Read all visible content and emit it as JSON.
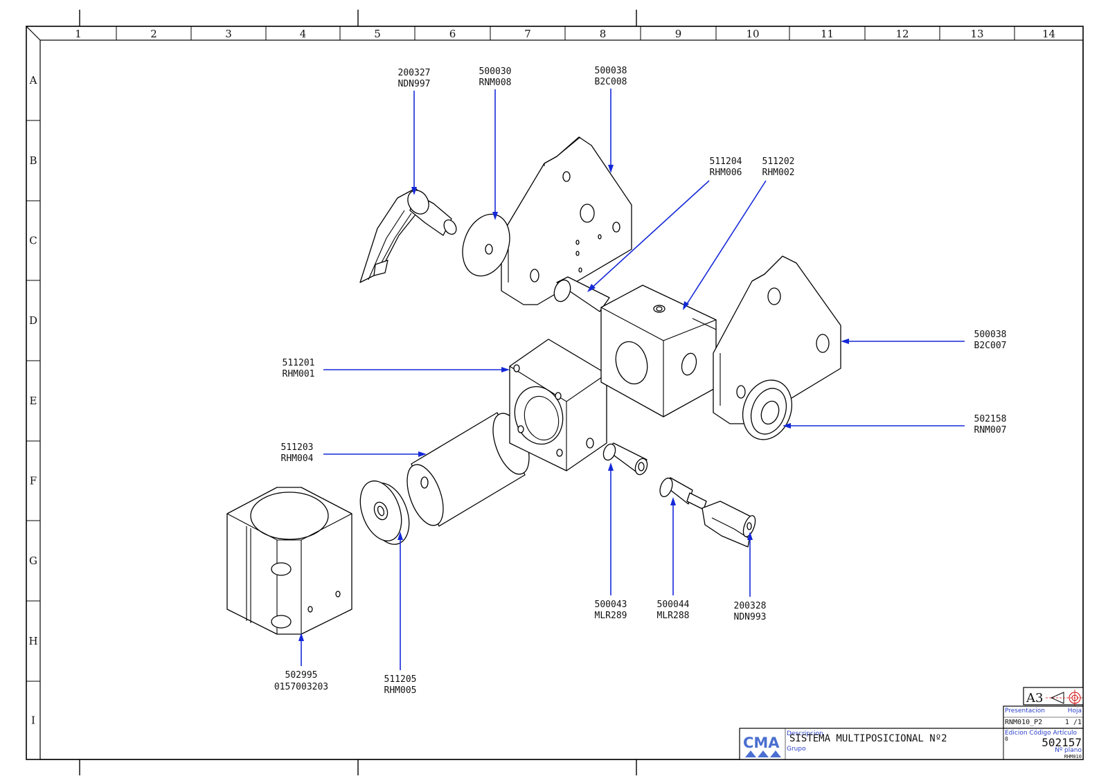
{
  "columns": [
    "1",
    "2",
    "3",
    "4",
    "5",
    "6",
    "7",
    "8",
    "9",
    "10",
    "11",
    "12",
    "13",
    "14"
  ],
  "rows": [
    "A",
    "B",
    "C",
    "D",
    "E",
    "F",
    "G",
    "H",
    "I"
  ],
  "callouts": [
    {
      "code": "200327",
      "ref": "NDN997"
    },
    {
      "code": "500030",
      "ref": "RNM008"
    },
    {
      "code": "500038",
      "ref": "B2C008"
    },
    {
      "code": "511204",
      "ref": "RHM006"
    },
    {
      "code": "511202",
      "ref": "RHM002"
    },
    {
      "code": "500038",
      "ref": "B2C007"
    },
    {
      "code": "511201",
      "ref": "RHM001"
    },
    {
      "code": "502158",
      "ref": "RNM007"
    },
    {
      "code": "511203",
      "ref": "RHM004"
    },
    {
      "code": "500043",
      "ref": "MLR289"
    },
    {
      "code": "500044",
      "ref": "MLR288"
    },
    {
      "code": "200328",
      "ref": "NDN993"
    },
    {
      "code": "502995",
      "ref": "0157003203"
    },
    {
      "code": "511205",
      "ref": "RHM005"
    }
  ],
  "title_block": {
    "format": "A3",
    "presentacion_label": "Presentacion",
    "hoja_label": "Hoja",
    "presentacion_value": "RNM010_P2",
    "hoja_value": "1 /1",
    "edicion_label": "Edicion Código Artículo",
    "edicion_value": "0",
    "codigo_articulo": "502157",
    "plano_label": "Nº plano",
    "plano_value": "RHM010",
    "descripcion_label": "Descripcion",
    "descripcion_value": "SISTEMA MULTIPOSICIONAL Nº2",
    "grupo_label": "Grupo",
    "logo_text": "CMA"
  },
  "colors": {
    "leader": "#1428d8",
    "title_labels": "#2a3fc7",
    "logo": "#4a6fd0"
  }
}
